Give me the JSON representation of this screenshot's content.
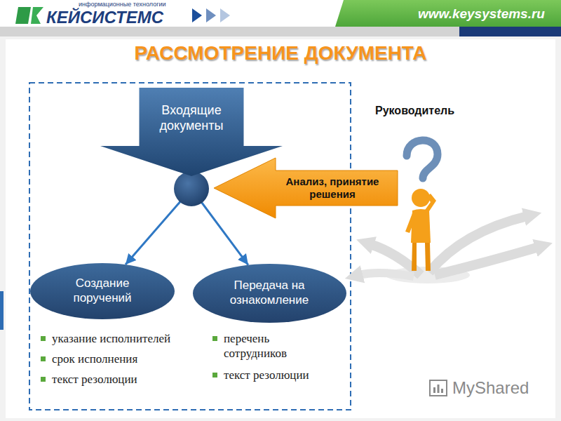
{
  "diagram": {
    "title": "РАССМОТРЕНИЕ ДОКУМЕНТА",
    "nodes": [
      {
        "text": [
          "Входящие документы"
        ]
      },
      {
        "text": [
          "Анализ, принятие решения"
        ]
      },
      {
        "text": [
          "Создание поручений"
        ]
      },
      {
        "text": [
          "Передача на ознакомление"
        ]
      }
    ],
    "edges": [
      {
        "from": 0,
        "to": 2,
        "arrow": "to"
      },
      {
        "from": 0,
        "to": 3,
        "arrow": "to"
      }
    ],
    "labels": [
      "информационные технологии",
      "КЕЙСИСТЕМС",
      "www.keysystems.ru",
      "Руководитель",
      "указание исполнителей",
      "срок исполнения",
      "текст резолюции",
      "перечень сотрудников",
      "текст резолюции",
      "MyShared"
    ]
  }
}
